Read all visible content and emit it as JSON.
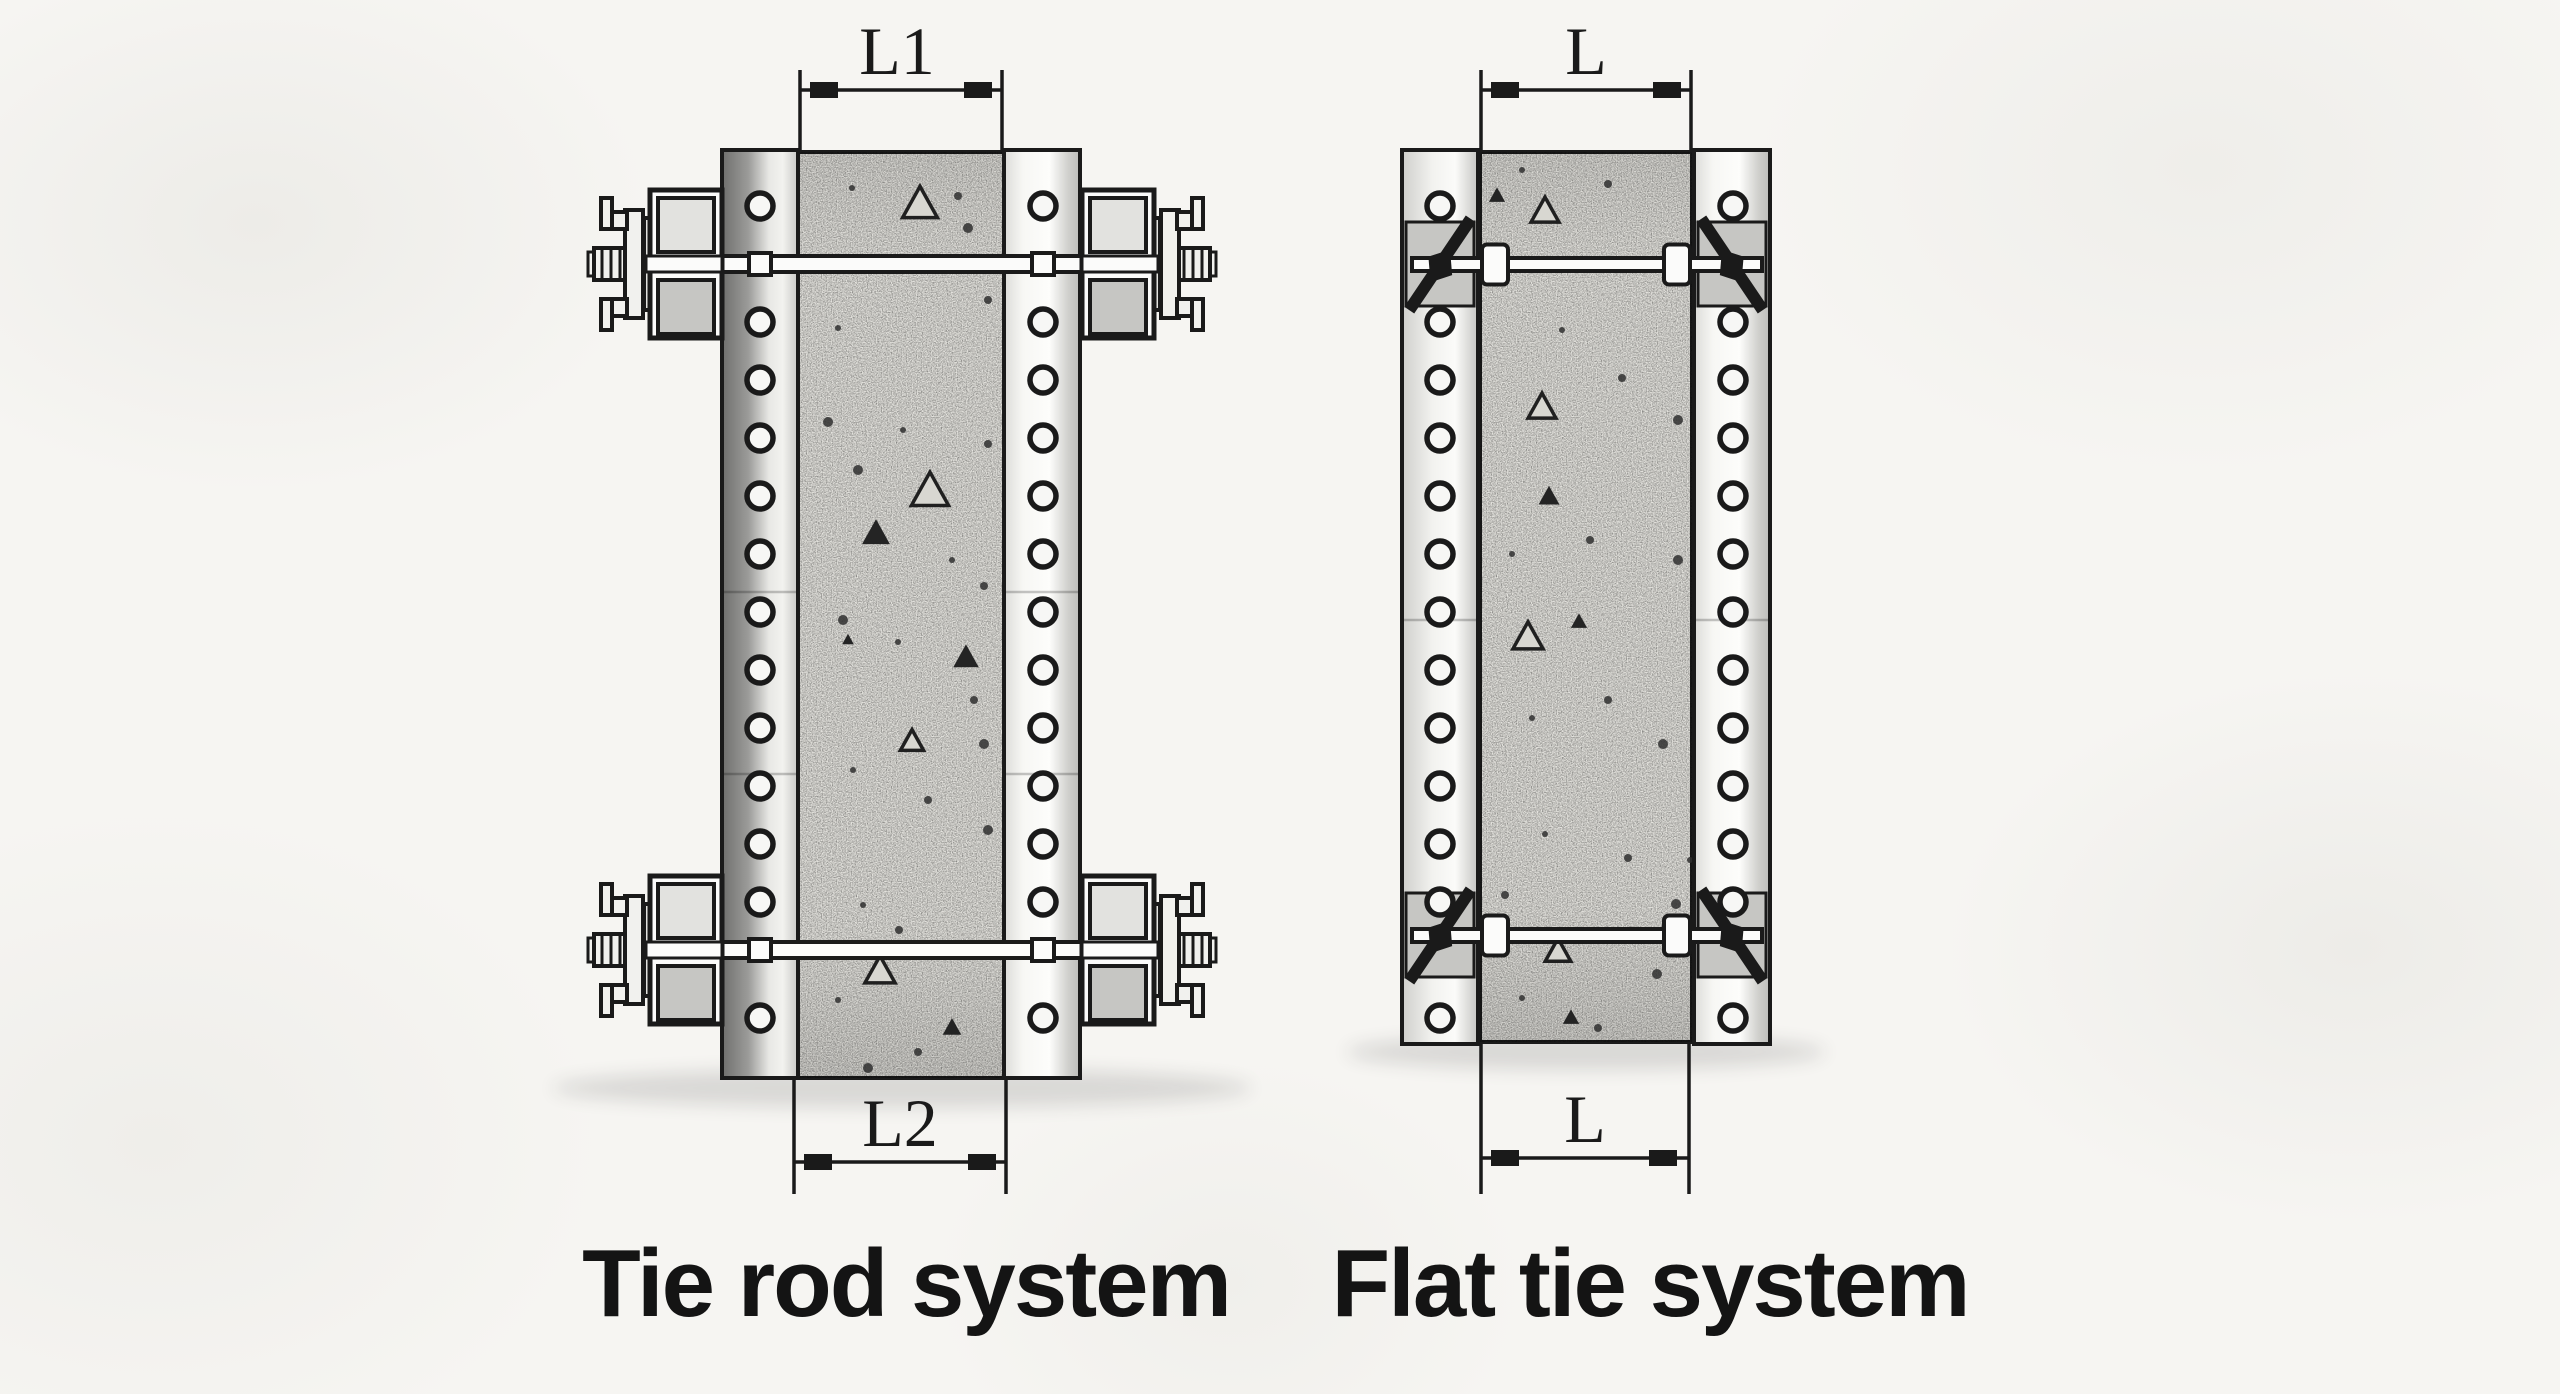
{
  "diagrams": [
    {
      "caption": "Tie rod system",
      "top_dimension": "L1",
      "bottom_dimension": "L2"
    },
    {
      "caption": "Flat tie system",
      "top_dimension": "L",
      "bottom_dimension": "L"
    }
  ],
  "theme": {
    "background": "#f6f5f2",
    "line": "#1a1a1a",
    "concrete": "#e4e3de",
    "text": "#141414"
  }
}
